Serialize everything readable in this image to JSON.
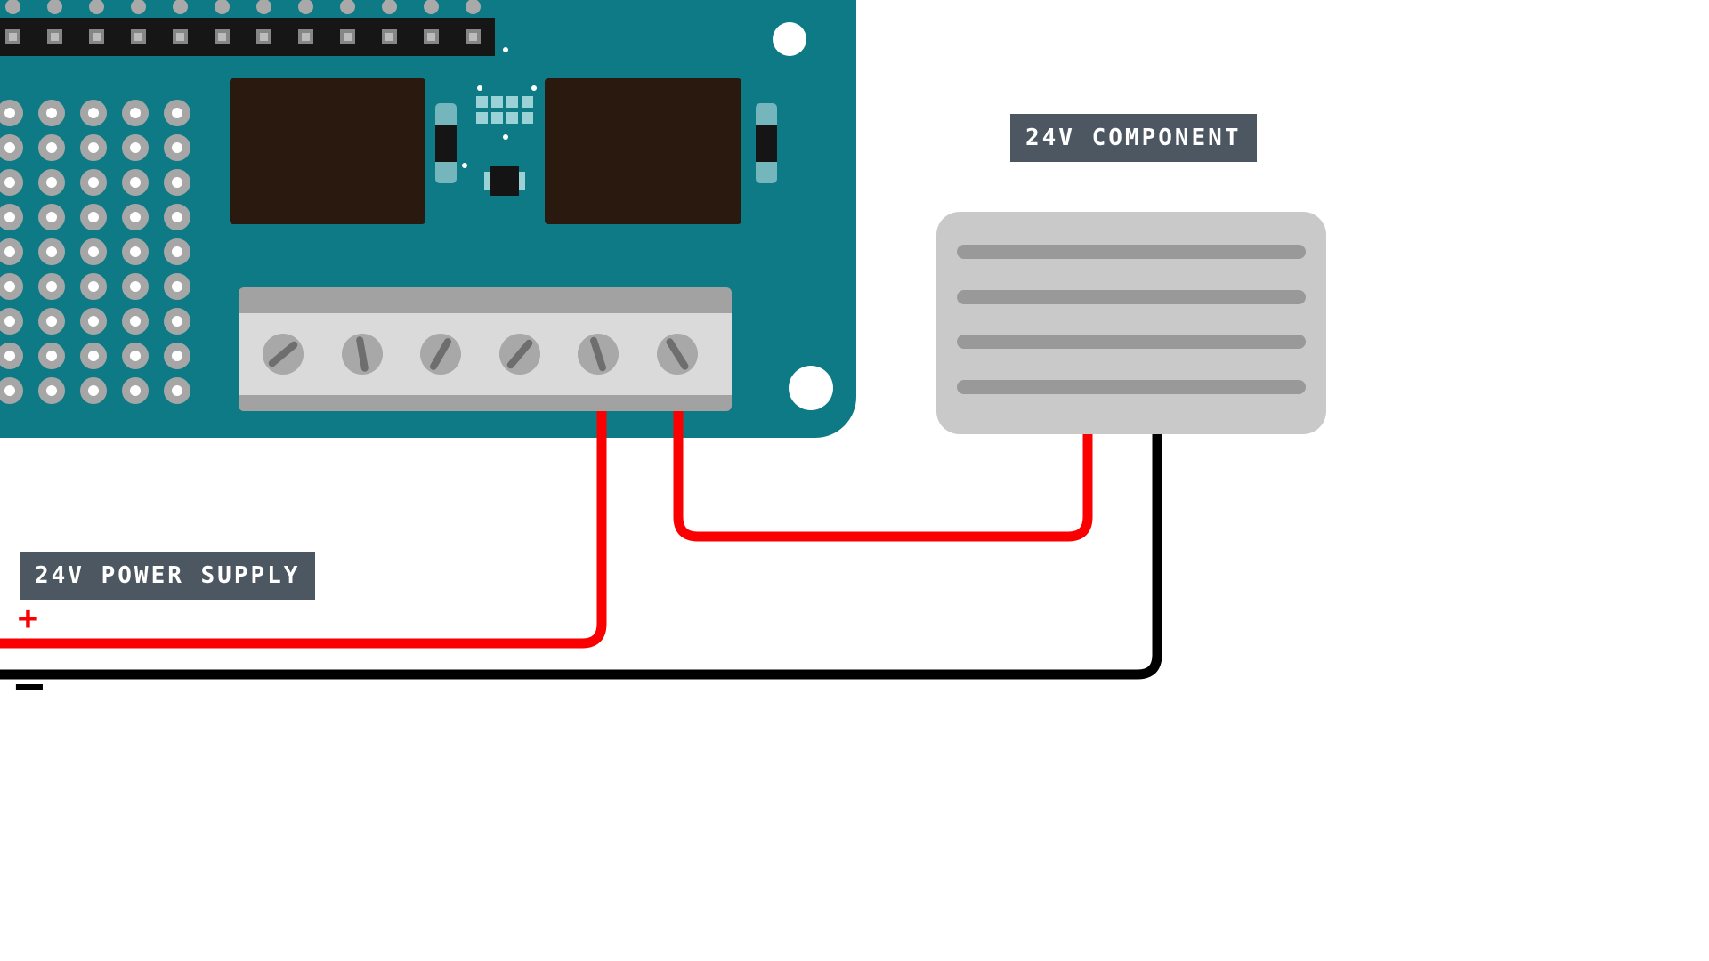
{
  "diagram": {
    "labels": {
      "component": "24V COMPONENT",
      "power_supply": "24V POWER SUPPLY",
      "positive": "+",
      "negative": "−"
    },
    "colors": {
      "background": "#ffffff",
      "board": "#0d7a86",
      "header_strip": "#161616",
      "pin_metal": "#bcbcbc",
      "hole_ring": "#a6a6a6",
      "hole_center": "#ffffff",
      "relay_body": "#29190e",
      "cap_body": "#74b6bc",
      "smd_pad": "#9ad2d6",
      "terminal_body": "#a2a2a2",
      "terminal_face": "#dadada",
      "screw": "#a8a8a8",
      "screw_slot": "#6e6e6e",
      "component_body": "#c9c9c9",
      "component_slot": "#999999",
      "label_bg": "#4d5761",
      "label_text": "#ffffff",
      "wire_positive": "#fa0000",
      "wire_negative": "#000000"
    },
    "counts": {
      "header_pins": 12,
      "proto_rows": 9,
      "proto_cols": 5,
      "smd_rows": 2,
      "smd_cols": 4,
      "terminal_screws": 6,
      "component_slots": 4
    }
  }
}
